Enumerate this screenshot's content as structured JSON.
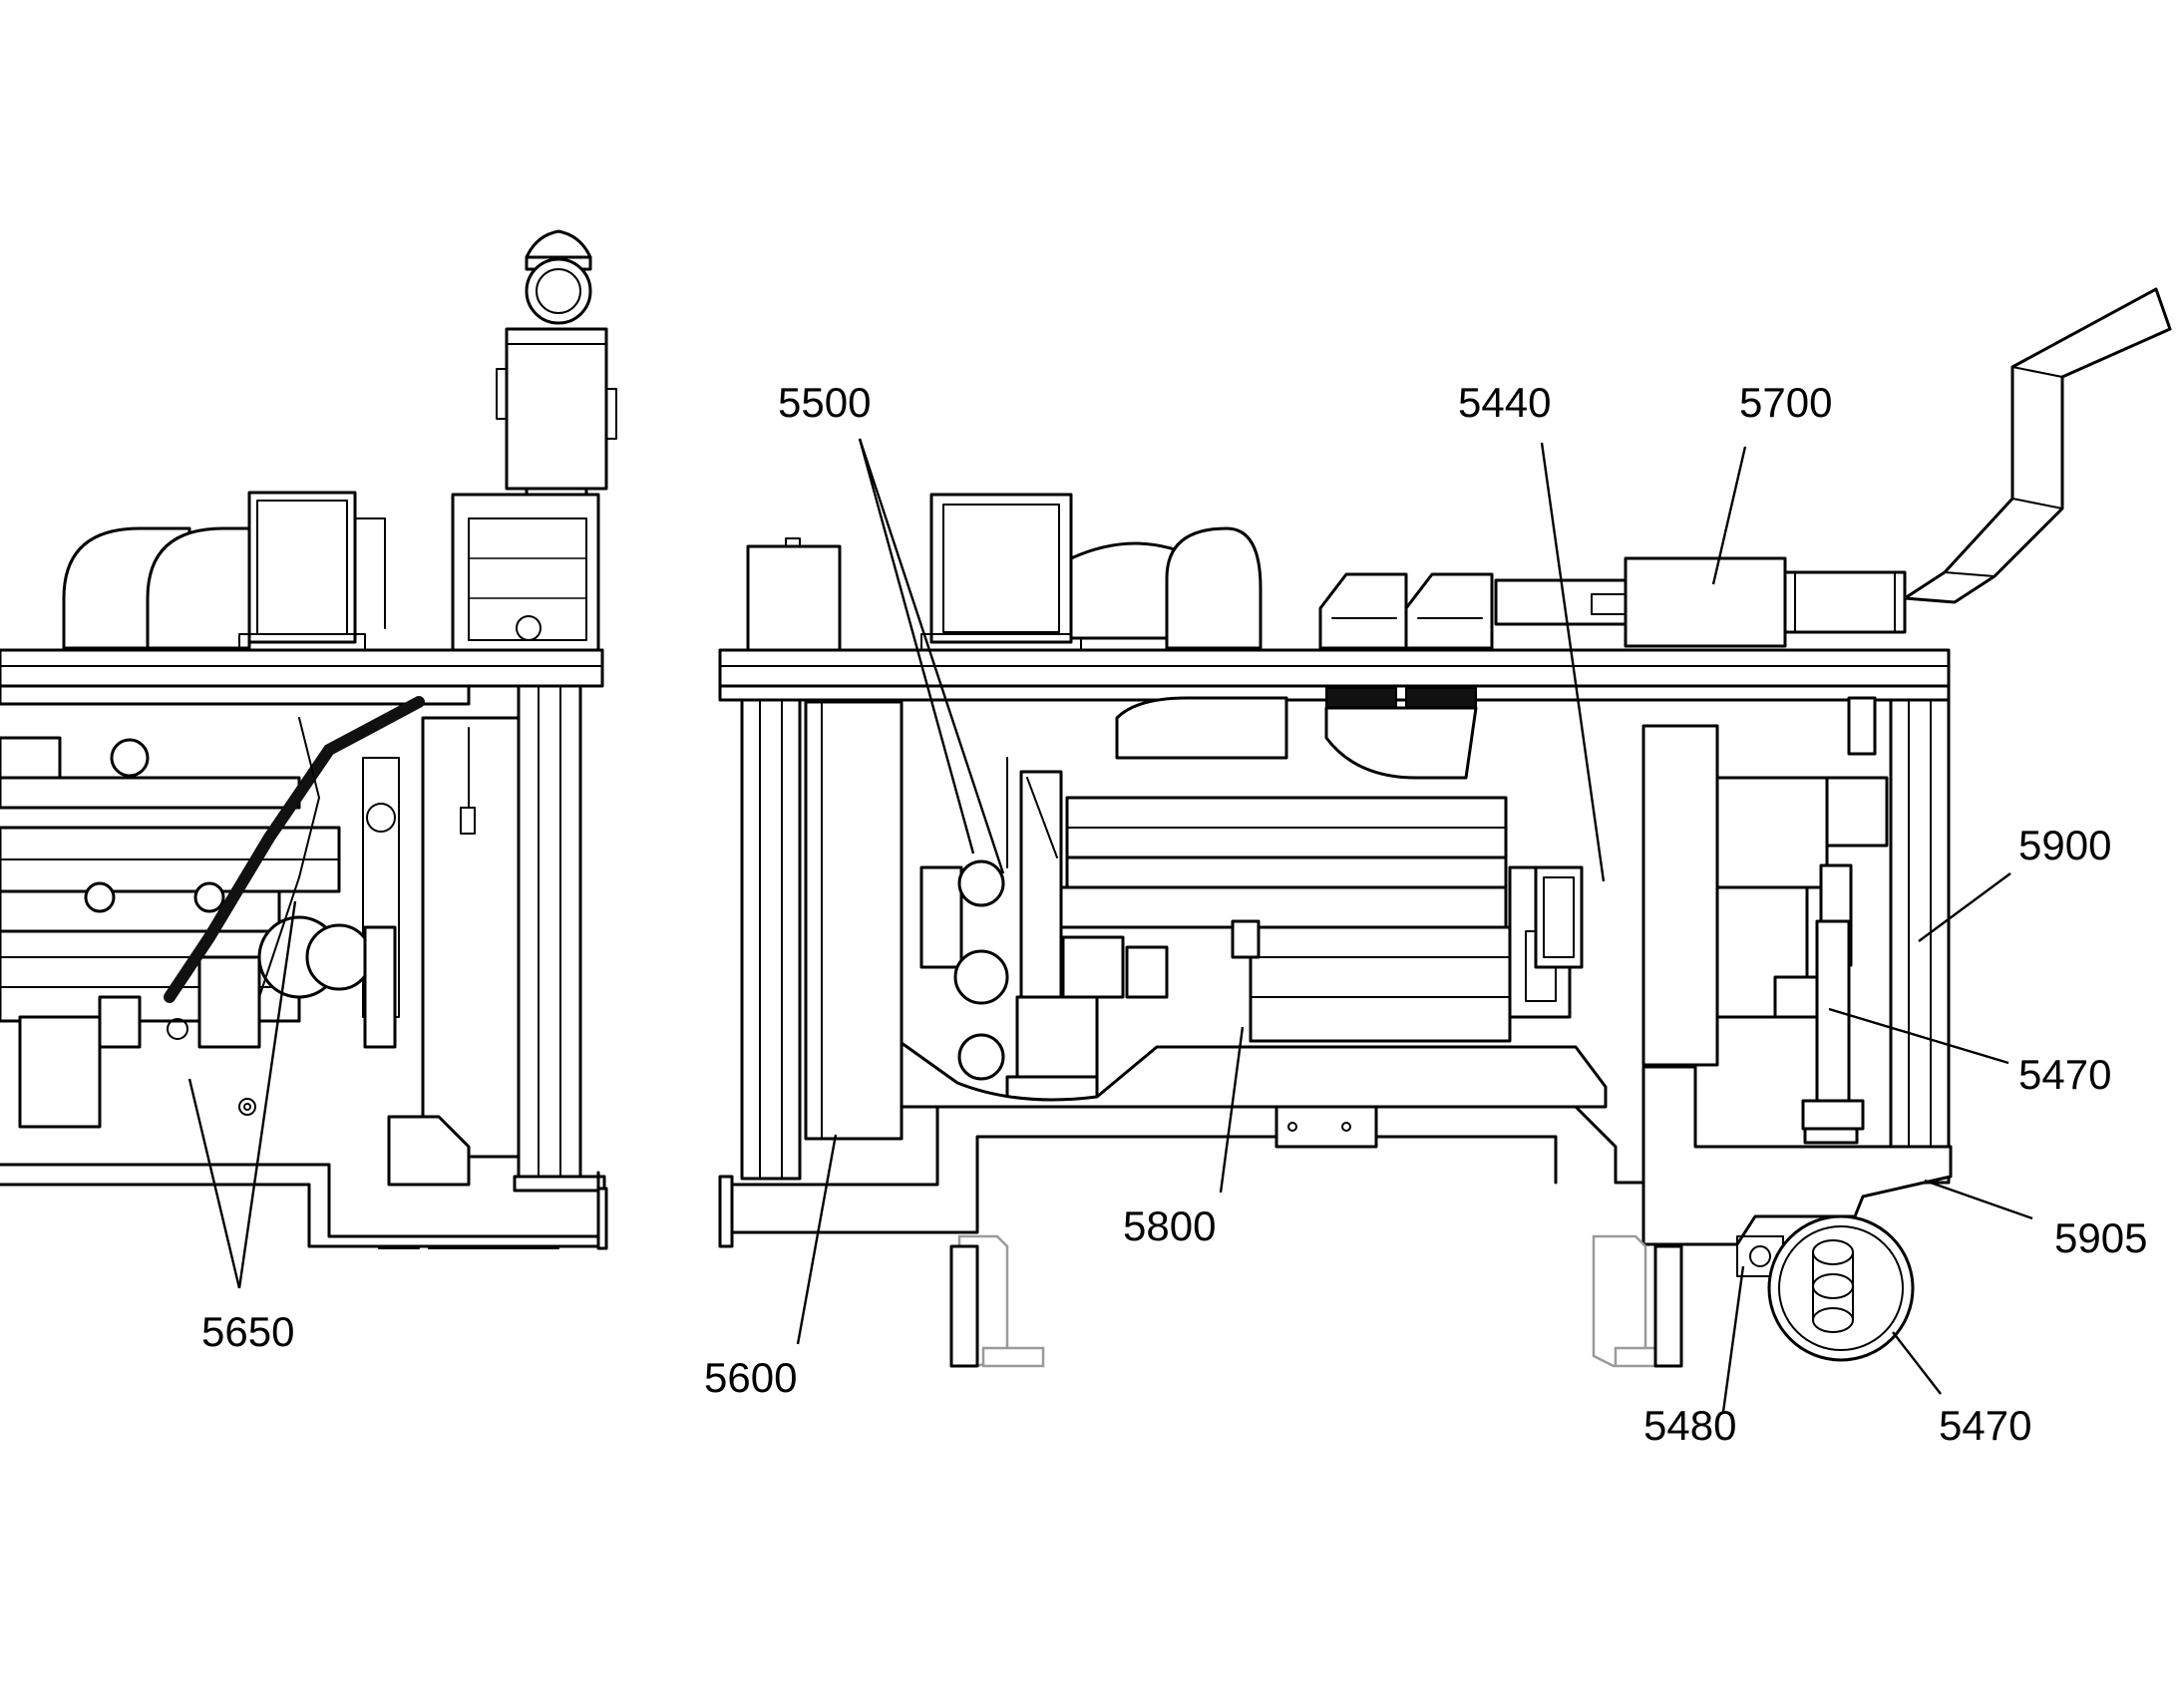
{
  "figure": {
    "callouts": {
      "c5500": "5500",
      "c5440": "5440",
      "c5700": "5700",
      "c5900": "5900",
      "c5470_upper": "5470",
      "c5905": "5905",
      "c5800": "5800",
      "c5650": "5650",
      "c5600": "5600",
      "c5480": "5480",
      "c5470_lower": "5470"
    }
  }
}
